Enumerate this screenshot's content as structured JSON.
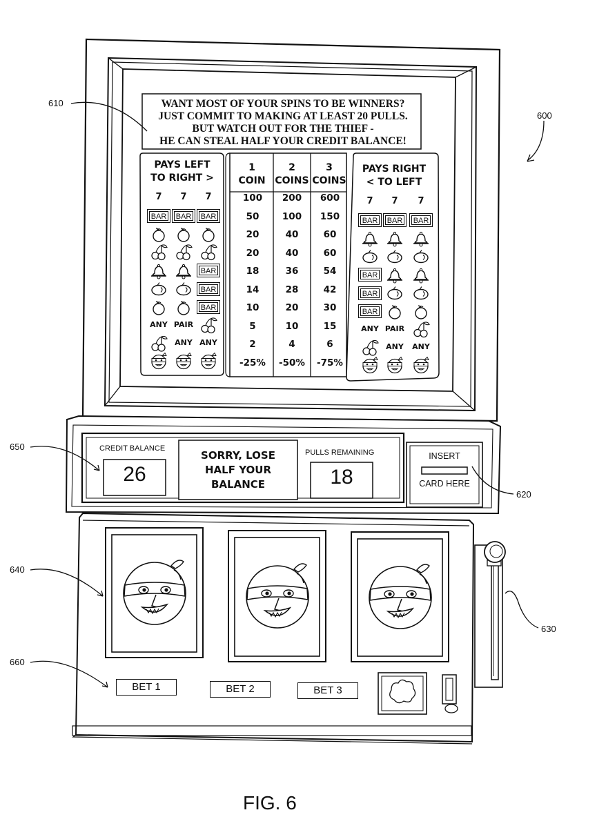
{
  "reference_numerals": {
    "machine": "600",
    "message_area": "610",
    "card_slot": "620",
    "handle": "630",
    "reels": "640",
    "display": "650",
    "bet_buttons": "660"
  },
  "marquee_message": [
    "WANT MOST OF YOUR SPINS TO BE WINNERS?",
    "JUST COMMIT TO MAKING AT LEAST 20 PULLS.",
    "BUT WATCH OUT FOR THE THIEF -",
    "HE CAN STEAL HALF YOUR CREDIT BALANCE!"
  ],
  "pay_table": {
    "left_heading": [
      "PAYS LEFT",
      "TO RIGHT >"
    ],
    "right_heading": [
      "PAYS RIGHT",
      "< TO LEFT"
    ],
    "coin_headings": [
      [
        "1",
        "COIN"
      ],
      [
        "2",
        "COINS"
      ],
      [
        "3",
        "COINS"
      ]
    ],
    "rows": [
      {
        "left": [
          "7",
          "7",
          "7"
        ],
        "right": [
          "7",
          "7",
          "7"
        ],
        "pays": [
          "100",
          "200",
          "600"
        ]
      },
      {
        "left": [
          "BAR",
          "BAR",
          "BAR"
        ],
        "right": [
          "BAR",
          "BAR",
          "BAR"
        ],
        "pays": [
          "50",
          "100",
          "150"
        ]
      },
      {
        "left": [
          "orange",
          "orange",
          "orange"
        ],
        "right": [
          "bell",
          "bell",
          "bell"
        ],
        "pays": [
          "20",
          "40",
          "60"
        ]
      },
      {
        "left": [
          "cherry",
          "cherry",
          "cherry"
        ],
        "right": [
          "plum",
          "plum",
          "plum"
        ],
        "pays": [
          "20",
          "40",
          "60"
        ]
      },
      {
        "left": [
          "bell",
          "bell",
          "BAR"
        ],
        "right": [
          "BAR",
          "bell",
          "bell"
        ],
        "pays": [
          "18",
          "36",
          "54"
        ]
      },
      {
        "left": [
          "plum",
          "plum",
          "BAR"
        ],
        "right": [
          "BAR",
          "plum",
          "plum"
        ],
        "pays": [
          "14",
          "28",
          "42"
        ]
      },
      {
        "left": [
          "orange",
          "orange",
          "BAR"
        ],
        "right": [
          "BAR",
          "orange",
          "orange"
        ],
        "pays": [
          "10",
          "20",
          "30"
        ]
      },
      {
        "left": [
          "ANY",
          "PAIR",
          "cherry"
        ],
        "right": [
          "ANY",
          "PAIR",
          "cherry"
        ],
        "pays": [
          "5",
          "10",
          "15"
        ]
      },
      {
        "left": [
          "cherry",
          "ANY",
          "ANY"
        ],
        "right": [
          "cherry",
          "ANY",
          "ANY"
        ],
        "pays": [
          "2",
          "4",
          "6"
        ]
      },
      {
        "left": [
          "thief",
          "thief",
          "thief"
        ],
        "right": [
          "thief",
          "thief",
          "thief"
        ],
        "pays": [
          "-25%",
          "-50%",
          "-75%"
        ]
      }
    ]
  },
  "display": {
    "credit_label": "CREDIT BALANCE",
    "credit_value": "26",
    "status_message": [
      "SORRY, LOSE",
      "HALF YOUR",
      "BALANCE"
    ],
    "pulls_label": "PULLS REMAINING",
    "pulls_value": "18",
    "card_top": "INSERT",
    "card_bottom": "CARD HERE"
  },
  "reel_symbols": [
    "thief",
    "thief",
    "thief"
  ],
  "buttons": [
    "BET 1",
    "BET 2",
    "BET 3"
  ],
  "figure_label": "FIG. 6"
}
